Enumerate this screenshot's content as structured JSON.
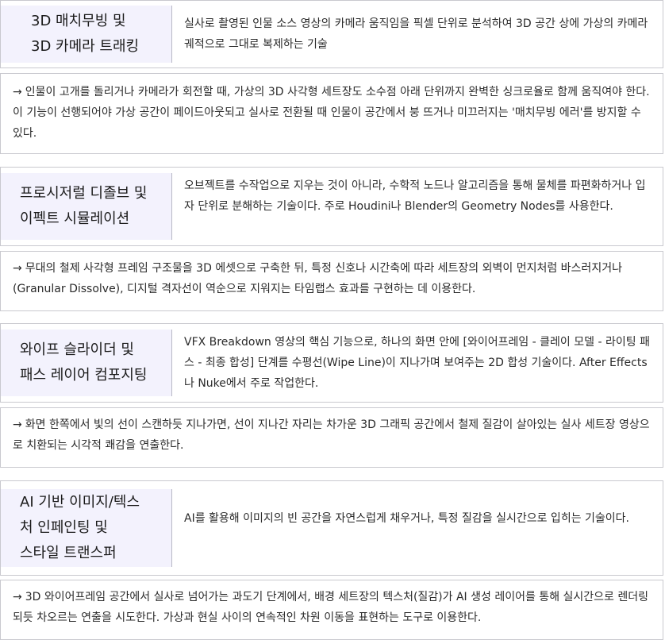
{
  "sections": [
    {
      "title_lines": [
        "3D 매치무빙 및",
        "3D 카메라 트래킹"
      ],
      "description": "실사로 촬영된 인물 소스 영상의 카메라 움직임을 픽셀 단위로 분석하여 3D 공간 상에 가상의 카메라 궤적으로 그대로 복제하는 기술",
      "detail": "인물이 고개를 돌리거나 카메라가 회전할 때, 가상의 3D 사각형 세트장도 소수점 아래 단위까지 완벽한 싱크로율로 함께 움직여야 한다. 이 기능이 선행되어야 가상 공간이 페이드아웃되고 실사로 전환될 때 인물이 공간에서 붕 뜨거나 미끄러지는 '매치무빙 에러'를 방지할 수 있다."
    },
    {
      "title_lines": [
        "프로시저럴 디졸브 및",
        "이펙트 시뮬레이션"
      ],
      "description": "오브젝트를 수작업으로 지우는 것이 아니라, 수학적 노드나 알고리즘을 통해 물체를 파편화하거나 입자 단위로 분해하는 기술이다. 주로 Houdini나 Blender의 Geometry Nodes를 사용한다.",
      "detail": "무대의 철제 사각형 프레임 구조물을 3D 에셋으로 구축한 뒤, 특정 신호나 시간축에 따라 세트장의 외벽이 먼지처럼 바스러지거나(Granular Dissolve), 디지털 격자선이 역순으로 지워지는 타임랩스 효과를 구현하는 데 이용한다."
    },
    {
      "title_lines": [
        "와이프 슬라이더 및",
        "패스 레이어 컴포지팅"
      ],
      "description": "VFX Breakdown 영상의 핵심 기능으로, 하나의 화면 안에 [와이어프레임 - 클레이 모델 - 라이팅 패스 - 최종 합성] 단계를 수평선(Wipe Line)이 지나가며 보여주는 2D 합성 기술이다. After Effects나 Nuke에서 주로 작업한다.",
      "detail": "화면 한쪽에서 빛의 선이 스캔하듯 지나가면, 선이 지나간 자리는 차가운 3D 그래픽 공간에서 철제 질감이 살아있는 실사 세트장 영상으로 치환되는 시각적 쾌감을 연출한다."
    },
    {
      "title_lines": [
        "AI 기반 이미지/텍스",
        "처 인페인팅 및",
        "스타일 트랜스퍼"
      ],
      "description": "AI를 활용해 이미지의 빈 공간을 자연스럽게 채우거나, 특정 질감을 실시간으로 입히는 기술이다.",
      "detail": "3D 와이어프레임 공간에서 실사로 넘어가는 과도기 단계에서, 배경 세트장의 텍스처(질감)가 AI 생성 레이어를 통해 실시간으로 렌더링되듯 차오르는 연출을 시도한다. 가상과 현실 사이의 연속적인 차원 이동을 표현하는 도구로 이용한다."
    }
  ],
  "arrow_symbol": "→"
}
